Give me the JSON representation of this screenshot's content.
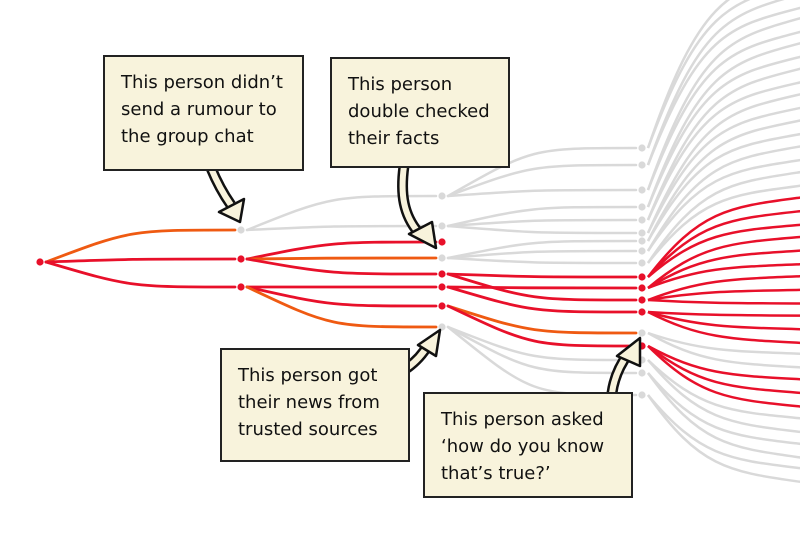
{
  "colors": {
    "spread": "#e8102a",
    "partial": "#ef5a12",
    "stopped": "#d9d9d9",
    "callout_bg": "#f8f3dc"
  },
  "callouts": [
    {
      "lines": [
        "This person didn’t",
        "send a rumour to",
        "the group chat"
      ]
    },
    {
      "lines": [
        "This person",
        "double checked",
        "their facts"
      ]
    },
    {
      "lines": [
        "This person got",
        "their news from",
        "trusted sources"
      ]
    },
    {
      "lines": [
        "This person asked",
        "‘how do you know",
        "that’s true?’"
      ]
    }
  ],
  "tree": {
    "levels": [
      [
        "spread"
      ],
      [
        "stopped",
        "spread",
        "spread"
      ],
      [
        "stopped",
        "stopped",
        "spread",
        "stopped",
        "spread",
        "spread",
        "spread",
        "stopped"
      ],
      [
        "stopped",
        "stopped",
        "stopped",
        "stopped",
        "stopped",
        "stopped",
        "stopped",
        "stopped",
        "stopped",
        "spread",
        "spread",
        "spread",
        "spread",
        "stopped",
        "spread",
        "stopped",
        "stopped",
        "stopped"
      ]
    ],
    "edges": [
      [
        [
          0,
          0,
          "partial"
        ],
        [
          0,
          1,
          "spread"
        ],
        [
          0,
          2,
          "spread"
        ]
      ],
      [
        [
          0,
          0,
          "stopped"
        ],
        [
          0,
          1,
          "stopped"
        ],
        [
          1,
          2,
          "spread"
        ],
        [
          1,
          3,
          "partial"
        ],
        [
          1,
          4,
          "spread"
        ],
        [
          2,
          5,
          "spread"
        ],
        [
          2,
          6,
          "spread"
        ],
        [
          2,
          7,
          "partial"
        ]
      ],
      [
        [
          0,
          0,
          "stopped"
        ],
        [
          0,
          1,
          "stopped"
        ],
        [
          0,
          2,
          "stopped"
        ],
        [
          1,
          3,
          "stopped"
        ],
        [
          1,
          4,
          "stopped"
        ],
        [
          1,
          5,
          "stopped"
        ],
        [
          3,
          6,
          "stopped"
        ],
        [
          3,
          7,
          "stopped"
        ],
        [
          3,
          8,
          "stopped"
        ],
        [
          4,
          9,
          "spread"
        ],
        [
          4,
          11,
          "spread"
        ],
        [
          5,
          10,
          "spread"
        ],
        [
          5,
          12,
          "spread"
        ],
        [
          6,
          13,
          "partial"
        ],
        [
          6,
          14,
          "spread"
        ],
        [
          7,
          15,
          "stopped"
        ],
        [
          7,
          16,
          "stopped"
        ],
        [
          7,
          17,
          "stopped"
        ]
      ]
    ]
  }
}
